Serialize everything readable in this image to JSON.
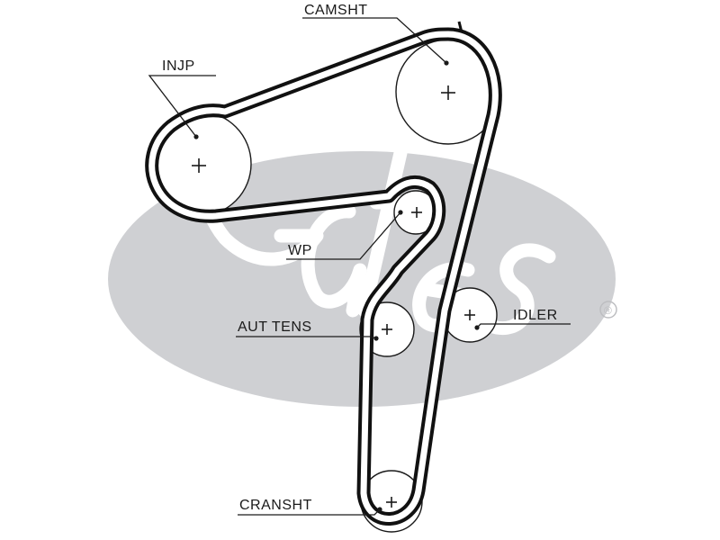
{
  "labels": {
    "camshaft": "CAMSHT",
    "injection_pump": "INJP",
    "water_pump": "WP",
    "auto_tensioner": "AUT TENS",
    "idler": "IDLER",
    "crankshaft": "CRANSHT"
  },
  "watermark": {
    "brand": "Gates",
    "registered_mark": "®",
    "color": "#cfd0d3"
  },
  "colors": {
    "belt": "#111111",
    "line": "#1a1a1a",
    "background": "#ffffff"
  }
}
